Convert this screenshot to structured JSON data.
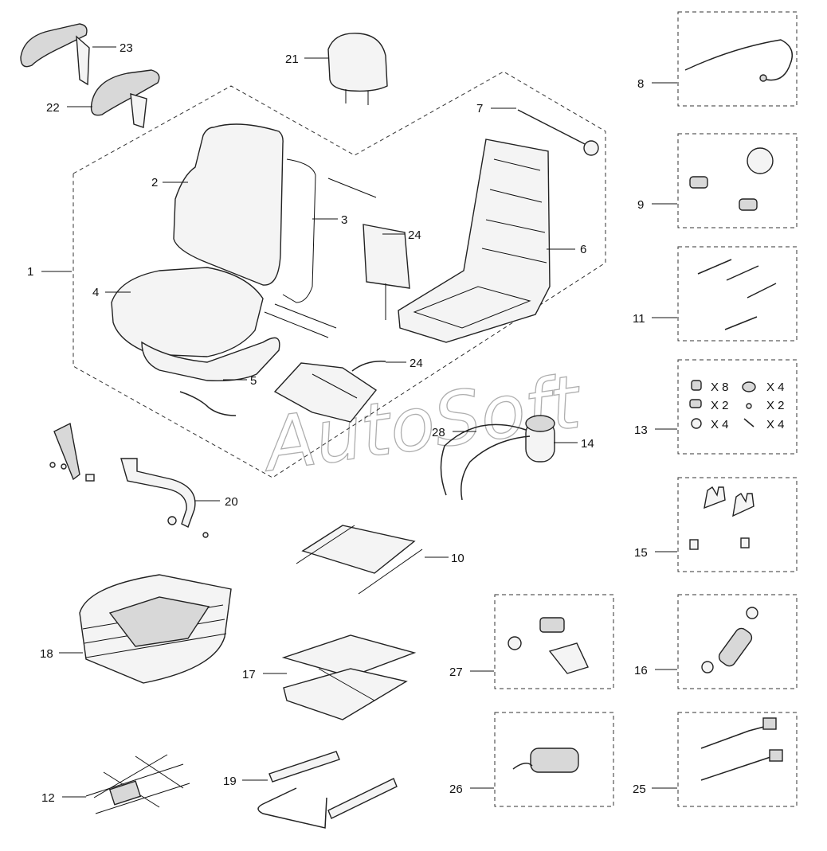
{
  "watermark": "AutoSoft",
  "callouts": {
    "c1": "1",
    "c2": "2",
    "c3": "3",
    "c4": "4",
    "c5": "5",
    "c6": "6",
    "c7": "7",
    "c8": "8",
    "c9": "9",
    "c10": "10",
    "c11": "11",
    "c12": "12",
    "c13": "13",
    "c14": "14",
    "c15": "15",
    "c16": "16",
    "c17": "17",
    "c18": "18",
    "c19": "19",
    "c20": "20",
    "c21": "21",
    "c22": "22",
    "c23": "23",
    "c24a": "24",
    "c24b": "24",
    "c25": "25",
    "c26": "26",
    "c27": "27",
    "c28": "28"
  },
  "kit13": {
    "qty1": "X 8",
    "qty2": "X 4",
    "qty3": "X 2",
    "qty4": "X 2",
    "qty5": "X 4",
    "qty6": "X 4"
  }
}
